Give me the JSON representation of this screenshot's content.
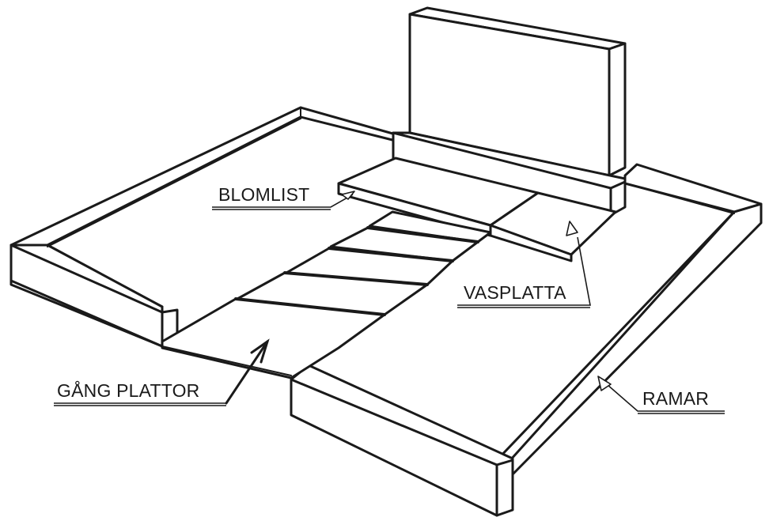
{
  "labels": {
    "blomlist": "BLOMLIST",
    "vasplatta": "VASPLATTA",
    "gang_plattor": "GÅNG PLATTOR",
    "ramar": "RAMAR"
  },
  "colors": {
    "line": "#1a1a1a",
    "background": "#ffffff"
  }
}
